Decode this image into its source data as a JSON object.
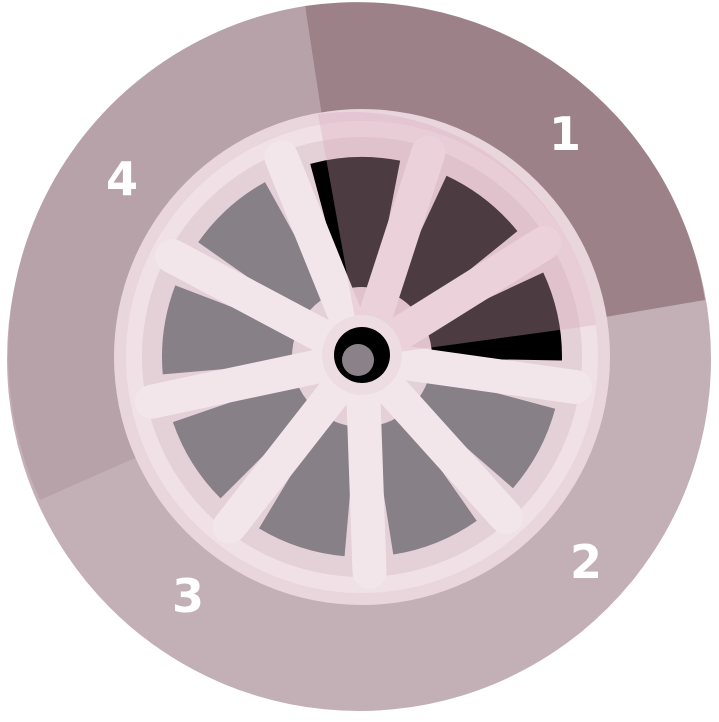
{
  "segments": [
    {
      "label": "1",
      "color": "#9c8189"
    },
    {
      "label": "2",
      "color": "#c3b0b7"
    },
    {
      "label": "3",
      "color": "#c3b0b7"
    },
    {
      "label": "4",
      "color": "#b7a2a9"
    }
  ],
  "colors": {
    "wheel_rim": "#ecd9df",
    "wheel_hole_dark": "#000000",
    "wheel_hole_grey": "#888087",
    "hub": "#5e5a5d",
    "highlight_sector": "#d9b6c2"
  },
  "icons": {
    "wheel": "alloy-wheel-icon"
  }
}
